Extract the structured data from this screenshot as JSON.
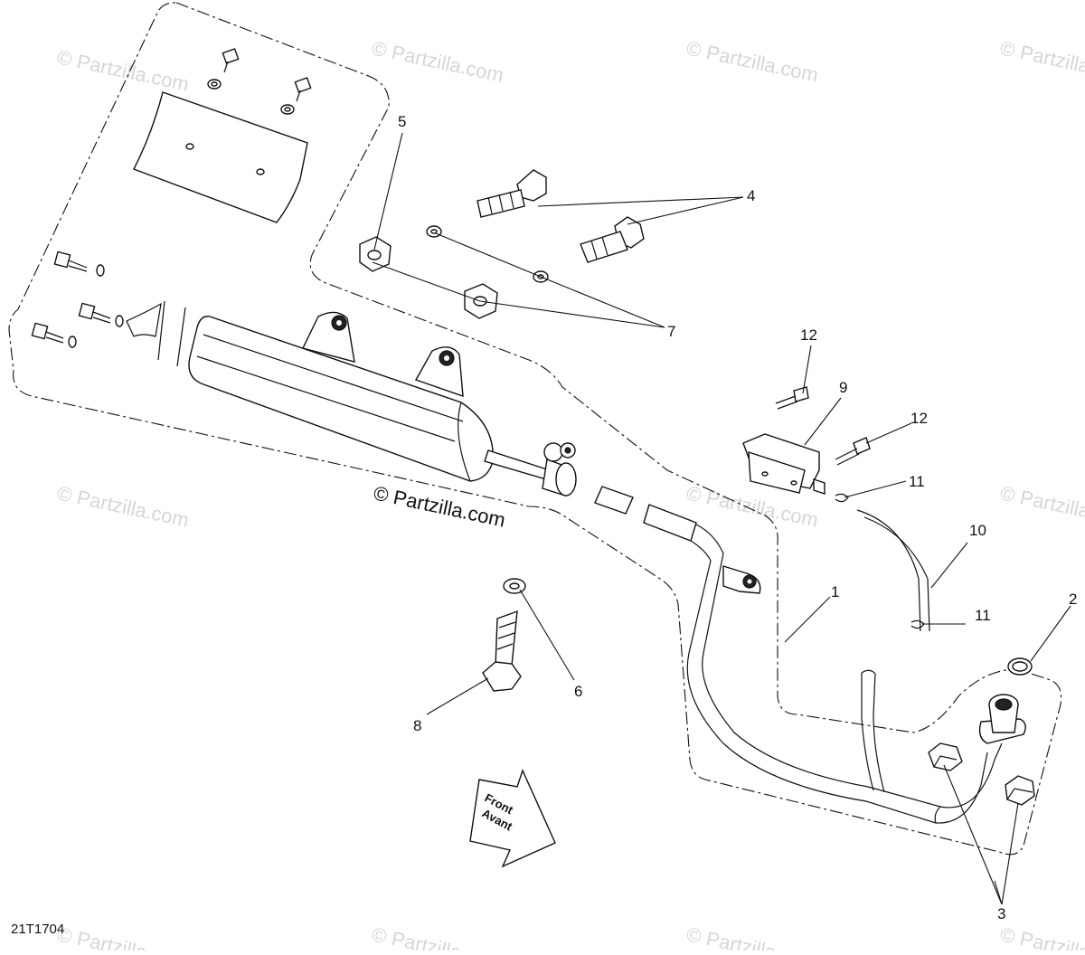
{
  "diagram": {
    "id_label": "21T1704",
    "watermark_text": "© Partzilla.com",
    "front_arrow": {
      "line1": "Front",
      "line2": "Avant"
    },
    "callouts": [
      {
        "id": "1",
        "label": "1"
      },
      {
        "id": "2",
        "label": "2"
      },
      {
        "id": "3",
        "label": "3"
      },
      {
        "id": "4",
        "label": "4"
      },
      {
        "id": "5",
        "label": "5"
      },
      {
        "id": "6",
        "label": "6"
      },
      {
        "id": "7",
        "label": "7"
      },
      {
        "id": "8",
        "label": "8"
      },
      {
        "id": "9",
        "label": "9"
      },
      {
        "id": "10",
        "label": "10"
      },
      {
        "id": "11a",
        "label": "11"
      },
      {
        "id": "11b",
        "label": "11"
      },
      {
        "id": "12a",
        "label": "12"
      },
      {
        "id": "12b",
        "label": "12"
      }
    ]
  },
  "colors": {
    "line": "#111111",
    "watermark": "#d6d6d6",
    "background": "#ffffff"
  }
}
